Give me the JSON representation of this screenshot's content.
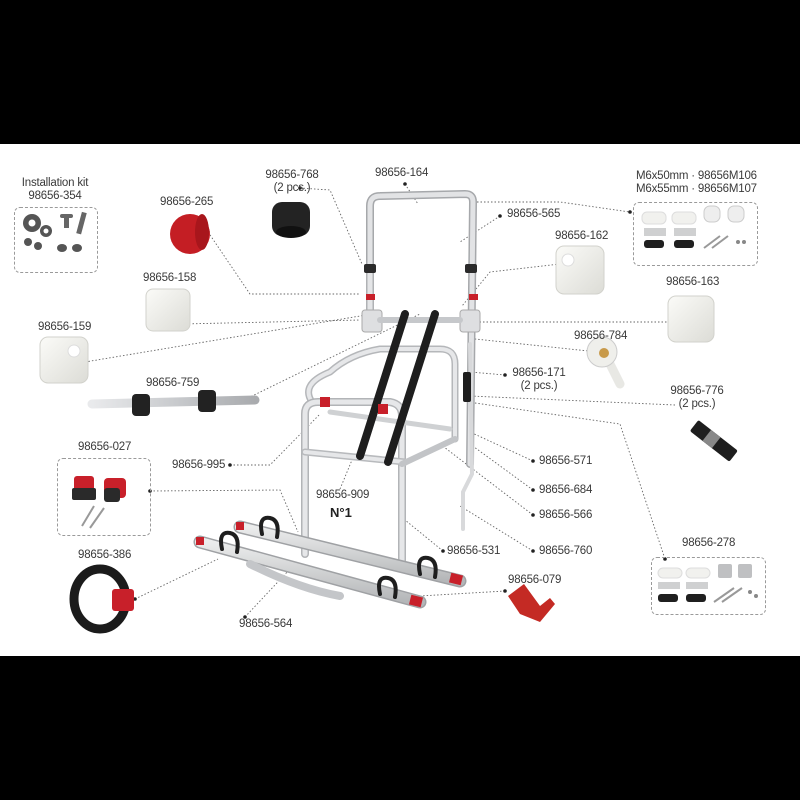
{
  "diagram": {
    "type": "exploded-parts-diagram",
    "subject": "Caravan bike carrier spare parts",
    "assembly_label": "N°1",
    "colors": {
      "background": "#ffffff",
      "frame": "#bfc1c4",
      "accent_red": "#c8202a",
      "strap_black": "#1e1e1e",
      "cover_white": "#eeeeea",
      "label_text": "#3a3a3a",
      "leader_line": "#555555"
    },
    "parts": [
      {
        "id": "354",
        "label": "98656-354",
        "title": "Installation kit",
        "icon": "installation-kit-icon"
      },
      {
        "id": "265",
        "label": "98656-265",
        "icon": "red-end-cap-icon"
      },
      {
        "id": "768",
        "label": "98656-768",
        "qty": "(2 pcs.)",
        "icon": "rubber-sleeve-icon"
      },
      {
        "id": "164",
        "label": "98656-164",
        "icon": "top-bar-icon"
      },
      {
        "id": "565",
        "label": "98656-565",
        "icon": "upright-tube-icon"
      },
      {
        "id": "162",
        "label": "98656-162",
        "icon": "cover-cap-icon"
      },
      {
        "id": "M106",
        "label": "M6x50mm · 98656M106",
        "icon": "mounting-kit-icon"
      },
      {
        "id": "M107",
        "label": "M6x55mm · 98656M107"
      },
      {
        "id": "158",
        "label": "98656-158",
        "icon": "cover-cap-icon"
      },
      {
        "id": "163",
        "label": "98656-163",
        "icon": "cover-cap-icon"
      },
      {
        "id": "159",
        "label": "98656-159",
        "icon": "cover-cap-icon"
      },
      {
        "id": "784",
        "label": "98656-784",
        "icon": "lock-bracket-icon"
      },
      {
        "id": "759",
        "label": "98656-759",
        "icon": "axle-rod-icon"
      },
      {
        "id": "171",
        "label": "98656-171",
        "qty": "(2 pcs.)"
      },
      {
        "id": "776",
        "label": "98656-776",
        "qty": "(2 pcs.)",
        "icon": "strap-buckle-icon"
      },
      {
        "id": "027",
        "label": "98656-027",
        "icon": "red-plug-kit-icon"
      },
      {
        "id": "995",
        "label": "98656-995"
      },
      {
        "id": "571",
        "label": "98656-571"
      },
      {
        "id": "684",
        "label": "98656-684"
      },
      {
        "id": "909",
        "label": "98656-909"
      },
      {
        "id": "566",
        "label": "98656-566"
      },
      {
        "id": "531",
        "label": "98656-531"
      },
      {
        "id": "760",
        "label": "98656-760"
      },
      {
        "id": "278",
        "label": "98656-278",
        "icon": "mounting-kit-icon"
      },
      {
        "id": "386",
        "label": "98656-386",
        "icon": "wheel-strap-icon"
      },
      {
        "id": "079",
        "label": "98656-079",
        "icon": "red-rail-end-icon"
      },
      {
        "id": "564",
        "label": "98656-564",
        "icon": "rail-icon"
      }
    ]
  }
}
